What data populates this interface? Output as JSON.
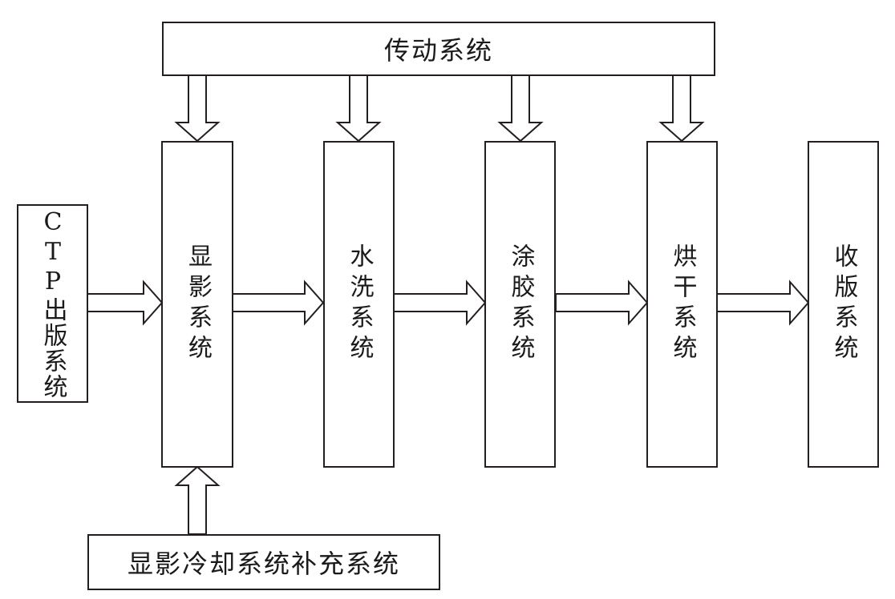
{
  "diagram": {
    "top_bar": {
      "label": "传动系统"
    },
    "source": {
      "label": "CTP出版系统"
    },
    "stages": [
      {
        "id": "develop",
        "label": "显影系统"
      },
      {
        "id": "wash",
        "label": "水洗系统"
      },
      {
        "id": "gum",
        "label": "涂胶系统"
      },
      {
        "id": "dry",
        "label": "烘干系统"
      },
      {
        "id": "collect",
        "label": "收版系统"
      }
    ],
    "bottom_bar": {
      "label": "显影冷却系统补充系统"
    }
  },
  "colors": {
    "stroke": "#231f20",
    "fill": "#ffffff",
    "text": "#1a1a1a"
  }
}
